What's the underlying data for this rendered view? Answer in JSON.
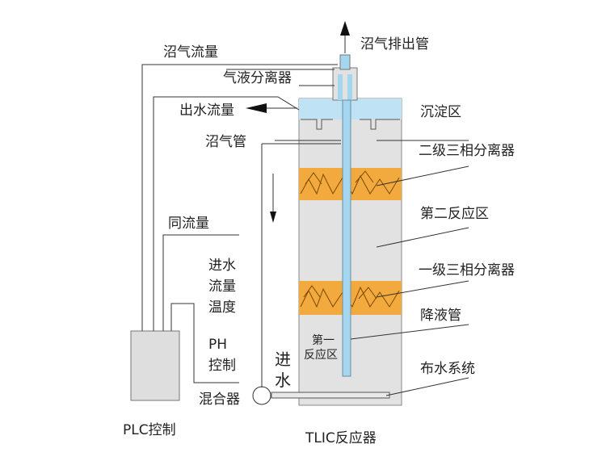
{
  "labels": {
    "biogas_outlet_pipe": "沼气排出管",
    "biogas_flow": "沼气流量",
    "gas_liquid_separator": "气液分离器",
    "effluent_flow": "出水流量",
    "settling_zone": "沉淀区",
    "biogas_pipe": "沼气管",
    "secondary_three_phase_separator": "二级三相分离器",
    "second_reaction_zone": "第二反应区",
    "recycle_flow": "同流量",
    "influent": "进水",
    "flow": "流量",
    "temperature": "温度",
    "primary_three_phase_separator": "一级三相分离器",
    "downcomer_pipe": "降液管",
    "ph": "PH",
    "control": "控制",
    "first_reaction_zone_line1": "第一",
    "first_reaction_zone_line2": "反应区",
    "water_in_line1": "进",
    "water_in_line2": "水",
    "water_distribution_system": "布水系统",
    "mixer": "混合器",
    "plc_control": "PLC控制",
    "reactor_name": "TLIC反应器"
  },
  "colors": {
    "reactor_body": "#e2e2e2",
    "water_top": "#bfe2f4",
    "pipe_blue": "#a5d6ef",
    "separator_orange": "#f2a93d",
    "plc_box": "#dedede",
    "line": "#333333"
  }
}
